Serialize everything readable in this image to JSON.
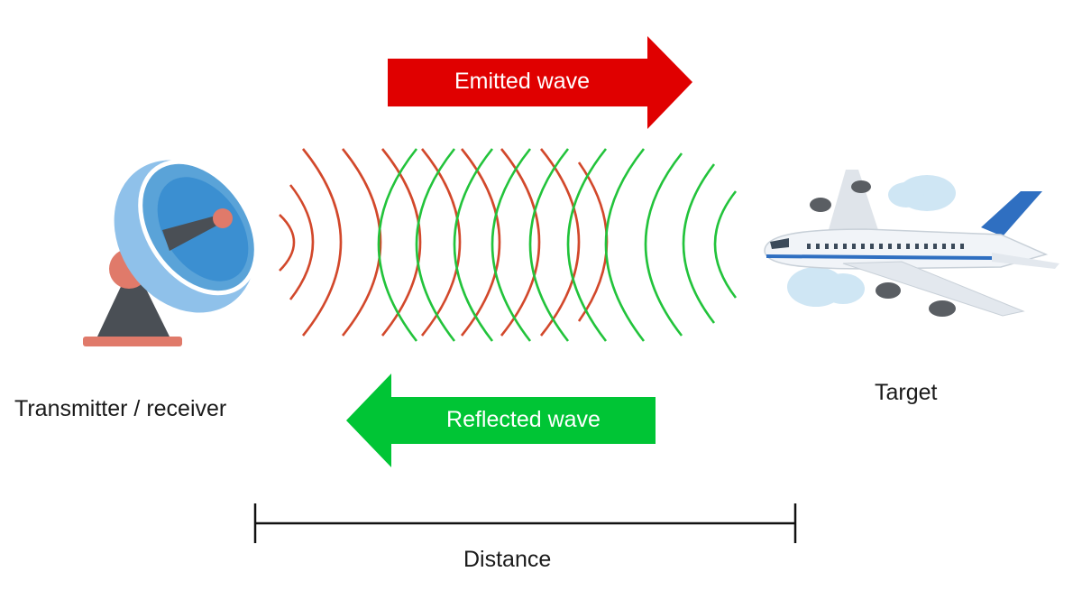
{
  "labels": {
    "emitted_wave": "Emitted wave",
    "reflected_wave": "Reflected wave",
    "transmitter": "Transmitter / receiver",
    "target": "Target",
    "distance": "Distance"
  },
  "colors": {
    "emitted": "#e00000",
    "reflected": "#00c535",
    "emitted_arc": "#d2482b",
    "reflected_arc": "#22c33b",
    "dish": "#5aa3d8",
    "dish_inner": "#3b8fd1",
    "dish_pink": "#e07a6a",
    "stand": "#4a4f55",
    "ruler": "#111111"
  },
  "icons": {
    "transmitter": "radar-dish-icon",
    "target": "airplane-icon"
  }
}
